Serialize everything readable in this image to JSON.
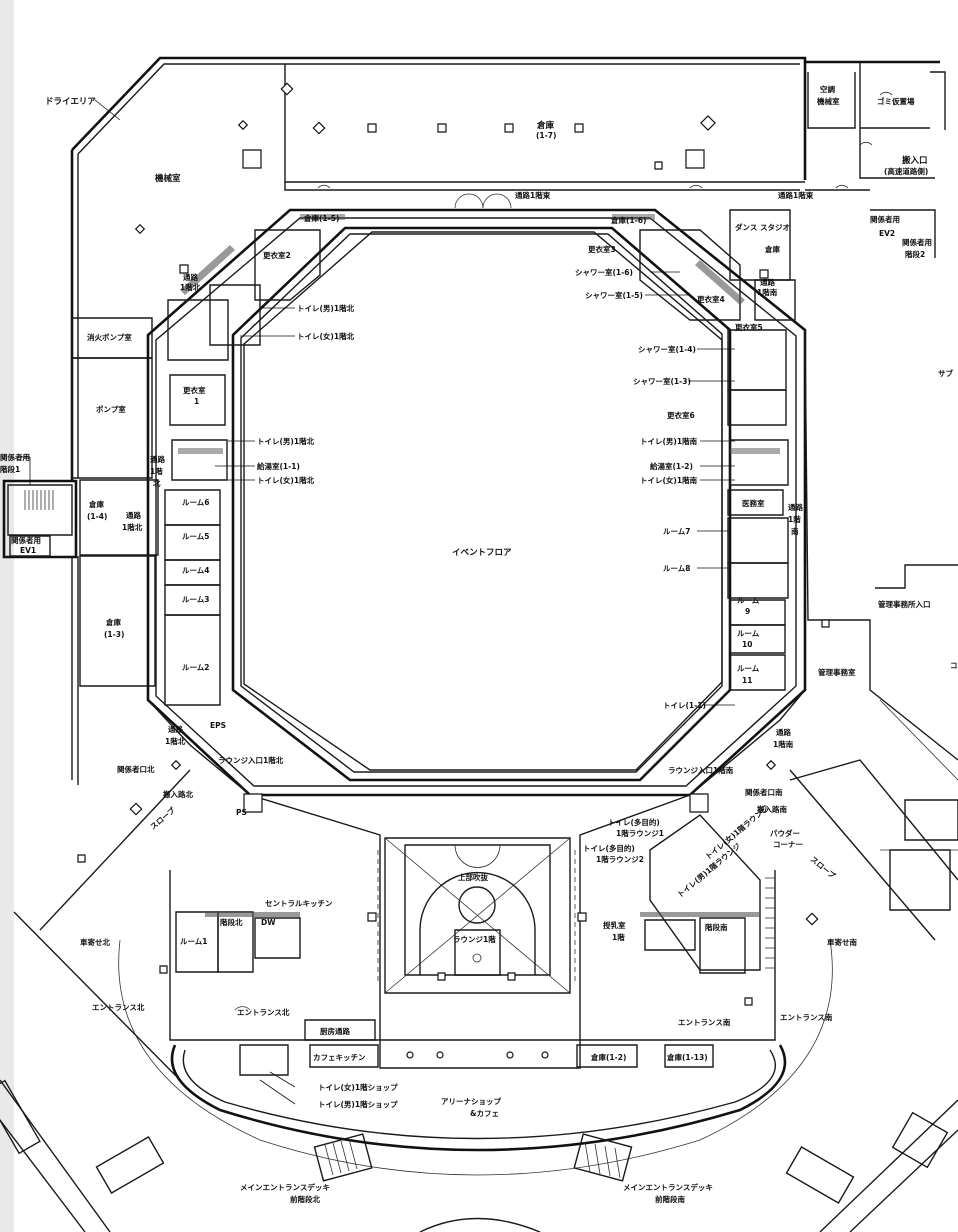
{
  "labels": {
    "dry_area": "ドライエリア",
    "machine_room": "機械室",
    "storage_1_7_a": "倉庫",
    "storage_1_7_b": "(1-7)",
    "aircon_a": "空調",
    "aircon_b": "機械室",
    "garbage": "ゴミ仮置場",
    "loading_a": "搬入口",
    "loading_b": "(高速道路側)",
    "corridor_1f_east": "通路1階東",
    "corridor_1f_east2": "通路1階東",
    "ev2_a": "関係者用",
    "ev2_b": "EV2",
    "stairs2_a": "関係者用",
    "stairs2_b": "階段2",
    "storage_1_5": "倉庫(1-5)",
    "storage_1_6": "倉庫(1-6)",
    "dance_studio": "ダンス スタジオ",
    "storage_small": "倉庫",
    "locker2": "更衣室2",
    "locker3": "更衣室3",
    "locker4": "更衣室4",
    "locker5": "更衣室5",
    "locker6": "更衣室6",
    "locker1_a": "更衣室",
    "locker1_b": "1",
    "shower_1_6": "シャワー室(1-6)",
    "shower_1_5": "シャワー室(1-5)",
    "shower_1_4": "シャワー室(1-4)",
    "shower_1_3": "シャワー室(1-3)",
    "corridor_1f_n_a": "通路",
    "corridor_1f_n_b": "1階北",
    "corridor_1f_s_a": "通路",
    "corridor_1f_s_b": "1階南",
    "wc_m_n": "トイレ(男)1階北",
    "wc_f_n": "トイレ(女)1階北",
    "wc_m_n2": "トイレ(男)1階北",
    "kyutou_1_1": "給湯室(1-1)",
    "wc_f_n2": "トイレ(女)1階北",
    "wc_m_s": "トイレ(男)1階南",
    "kyutou_1_2": "給湯室(1-2)",
    "wc_f_s": "トイレ(女)1階南",
    "fire_pump": "消火ポンプ室",
    "pump_room": "ポンプ室",
    "stairs1_a": "関係者用",
    "stairs1_b": "階段1",
    "ev1_a": "関係者用",
    "ev1_b": "EV1",
    "storage_1_4_a": "倉庫",
    "storage_1_4_b": "(1-4)",
    "corridor_n_a": "通路",
    "corridor_n_b": "1階北",
    "corridor_n2_a": "通路",
    "corridor_n2_b": "1階",
    "corridor_n2_c": "北",
    "storage_1_3_a": "倉庫",
    "storage_1_3_b": "(1-3)",
    "room6": "ルーム6",
    "room5": "ルーム5",
    "room4": "ルーム4",
    "room3": "ルーム3",
    "room2": "ルーム2",
    "event_floor": "イベントフロア",
    "first_aid": "医務室",
    "room7": "ルーム7",
    "room8": "ルーム8",
    "room9_a": "ルーム",
    "room9_b": "9",
    "room10_a": "ルーム",
    "room10_b": "10",
    "room11_a": "ルーム",
    "room11_b": "11",
    "wc_1_1": "トイレ(1-1)",
    "corridor_s_a": "通路",
    "corridor_s_b": "1階南",
    "corridor_s2_a": "通路",
    "corridor_s2_b": "1階",
    "corridor_s2_c": "南",
    "mgmt_entrance": "管理事務所入口",
    "mgmt_office": "管理事務室",
    "sub_edge": "サブ",
    "co_edge": "コ",
    "corridor_n3_a": "通路",
    "corridor_n3_b": "1階北",
    "lounge_n": "ラウンジ入口1階北",
    "lounge_s": "ラウンジ入口1階南",
    "staff_n": "関係者口北",
    "staff_s": "関係者口南",
    "carry_n": "搬入路北",
    "carry_s": "搬入路南",
    "slope_n": "スロープ",
    "slope_s": "スロープ",
    "wc_multi1_a": "トイレ(多目的)",
    "wc_multi1_b": "1階ラウンジ1",
    "wc_multi2_a": "トイレ(多目的)",
    "wc_multi2_b": "1階ラウンジ2",
    "powder_a": "パウダー",
    "powder_b": "コーナー",
    "wc_f_lounge": "トイレ(女)1階ラウンジ",
    "wc_m_lounge": "トイレ(男)1階ラウンジ",
    "upper_void": "上部吹抜",
    "lounge1": "ラウンジ1階",
    "nursing_a": "授乳室",
    "nursing_b": "1階",
    "central_kitchen": "セントラルキッチン",
    "stairs_n": "階段北",
    "stairs_s": "階段南",
    "room1": "ルーム1",
    "car_n": "車寄せ北",
    "car_s": "車寄せ南",
    "entrance_n": "エントランス北",
    "entrance_n2": "エントランス北",
    "entrance_s": "エントランス南",
    "entrance_s2": "エントランス南",
    "service_corridor": "厨房通路",
    "cafe_kitchen": "カフェキッチン",
    "storage_1_2": "倉庫(1-2)",
    "storage_1_13": "倉庫(1-13)",
    "wc_f_shop": "トイレ(女)1階ショップ",
    "wc_m_shop": "トイレ(男)1階ショップ",
    "arena_shop_a": "アリーナショップ",
    "arena_shop_b": "&カフェ",
    "deck_n_a": "メインエントランスデッキ",
    "deck_n_b": "前階段北",
    "deck_s_a": "メインエントランスデッキ",
    "deck_s_b": "前階段南",
    "ps": "PS",
    "eps": "EPS",
    "dw": "DW"
  }
}
